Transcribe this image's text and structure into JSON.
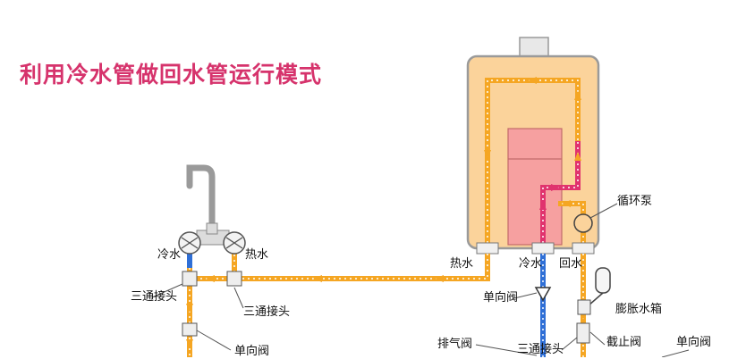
{
  "title": "利用冷水管做回水管运行模式",
  "labels": {
    "cold_water_faucet": "冷水",
    "hot_water_faucet": "热水",
    "tee_left": "三通接头",
    "tee_center": "三通接头",
    "check_valve_left": "单向阀",
    "heater_hot_water": "热水",
    "heater_cold_water": "冷水",
    "heater_return_water": "回水",
    "circulation_pump": "循环泵",
    "check_valve_center": "单向阀",
    "expansion_tank": "膨胀水箱",
    "air_vent_valve": "排气阀",
    "tee_bottom": "三通接头",
    "stop_valve": "截止阀",
    "check_valve_right": "单向阀"
  },
  "colors": {
    "title": "#d6336c",
    "hot_pipe": "#f5a623",
    "cold_pipe": "#2f6fd6",
    "mixed_pipe": "#e0336e",
    "heater_body": "#fbd39b",
    "heater_outline": "#9a9a9a",
    "burner": "#f6a0a0"
  },
  "icons": {
    "flow_arrow": "flow-arrow-icon",
    "faucet_handle": "faucet-handle-icon",
    "pump": "pump-icon",
    "check_valve": "check-valve-icon"
  }
}
